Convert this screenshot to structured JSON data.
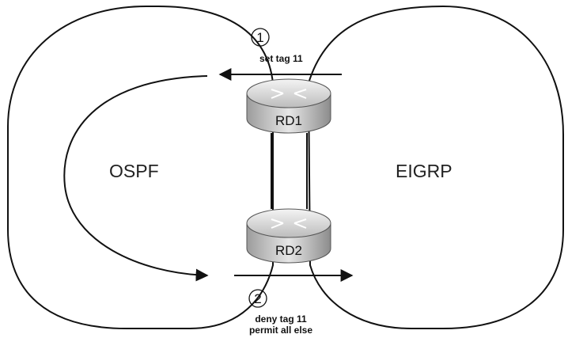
{
  "domains": {
    "left": "OSPF",
    "right": "EIGRP"
  },
  "routers": {
    "top": "RD1",
    "bottom": "RD2"
  },
  "steps": {
    "one": {
      "number": "1",
      "text": "set tag 11"
    },
    "two": {
      "number": "2",
      "line1": "deny tag 11",
      "line2": "permit all else"
    }
  },
  "colors": {
    "line": "#111111",
    "router_light": "#e8e8e8",
    "router_dark": "#9a9a9a"
  }
}
